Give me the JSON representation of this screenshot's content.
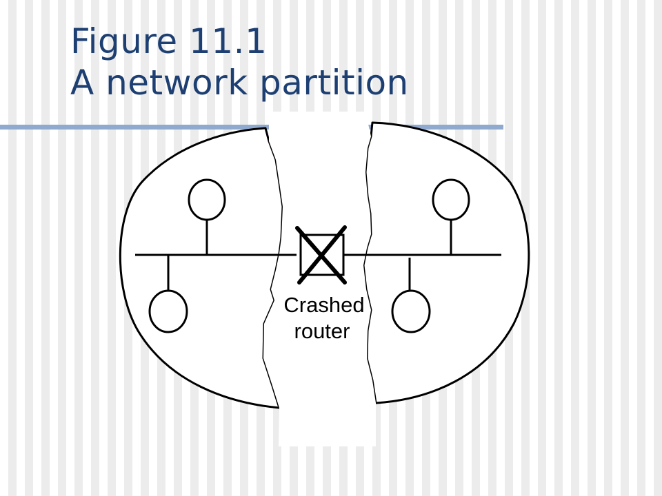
{
  "slide": {
    "title_line1": "Figure 11.1",
    "title_line2": "A network partition"
  },
  "diagram": {
    "label_line1": "Crashed",
    "label_line2": "router",
    "colors": {
      "title": "#1d3f72",
      "rule": "#8fa9cf",
      "stroke": "#000000",
      "fill": "#ffffff"
    }
  }
}
